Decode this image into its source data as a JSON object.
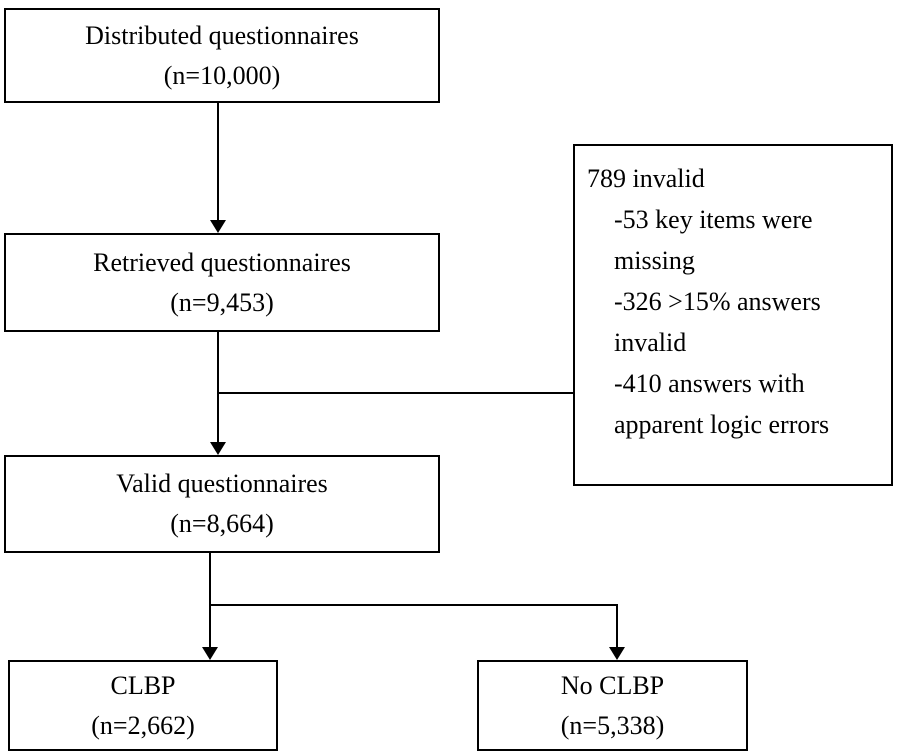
{
  "diagram": {
    "type": "flowchart",
    "colors": {
      "border": "#000000",
      "text": "#000000",
      "background": "#ffffff"
    },
    "boxes": {
      "distributed": {
        "line1": "Distributed questionnaires",
        "line2": "(n=10,000)"
      },
      "retrieved": {
        "line1": "Retrieved questionnaires",
        "line2": "(n=9,453)"
      },
      "invalid_note": {
        "title": "789 invalid",
        "items": [
          "-53 key items were missing",
          "-326 >15% answers invalid",
          "-410 answers with apparent logic errors"
        ]
      },
      "valid": {
        "line1": "Valid questionnaires",
        "line2": "(n=8,664)"
      },
      "clbp": {
        "line1": "CLBP",
        "line2": "(n=2,662)"
      },
      "no_clbp": {
        "line1": "No CLBP",
        "line2": "(n=5,338)"
      }
    }
  }
}
